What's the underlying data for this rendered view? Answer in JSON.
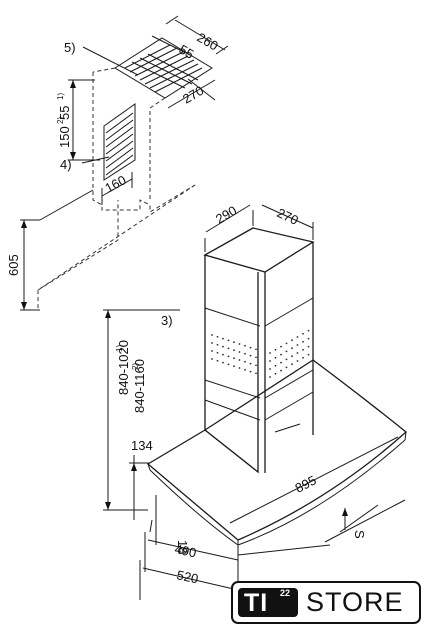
{
  "dimensions": {
    "d260": "260",
    "d55_top": "55",
    "d270_top": "270",
    "d55": "55",
    "d150": "150",
    "d160": "160",
    "d605": "605",
    "d290": "290",
    "d270": "270",
    "d840_1020": "840-1020",
    "d840_1160": "840-1160",
    "d134": "134",
    "d895": "895",
    "d18": "18",
    "d490": "490",
    "d520": "520"
  },
  "footnotes": {
    "one": "1)",
    "two": "2)",
    "three": "3)",
    "four": "4)",
    "five": "5)"
  },
  "labels": {
    "s": "S"
  },
  "logo": {
    "mark": "TI",
    "mark_superscript": "22",
    "store": "STORE"
  }
}
